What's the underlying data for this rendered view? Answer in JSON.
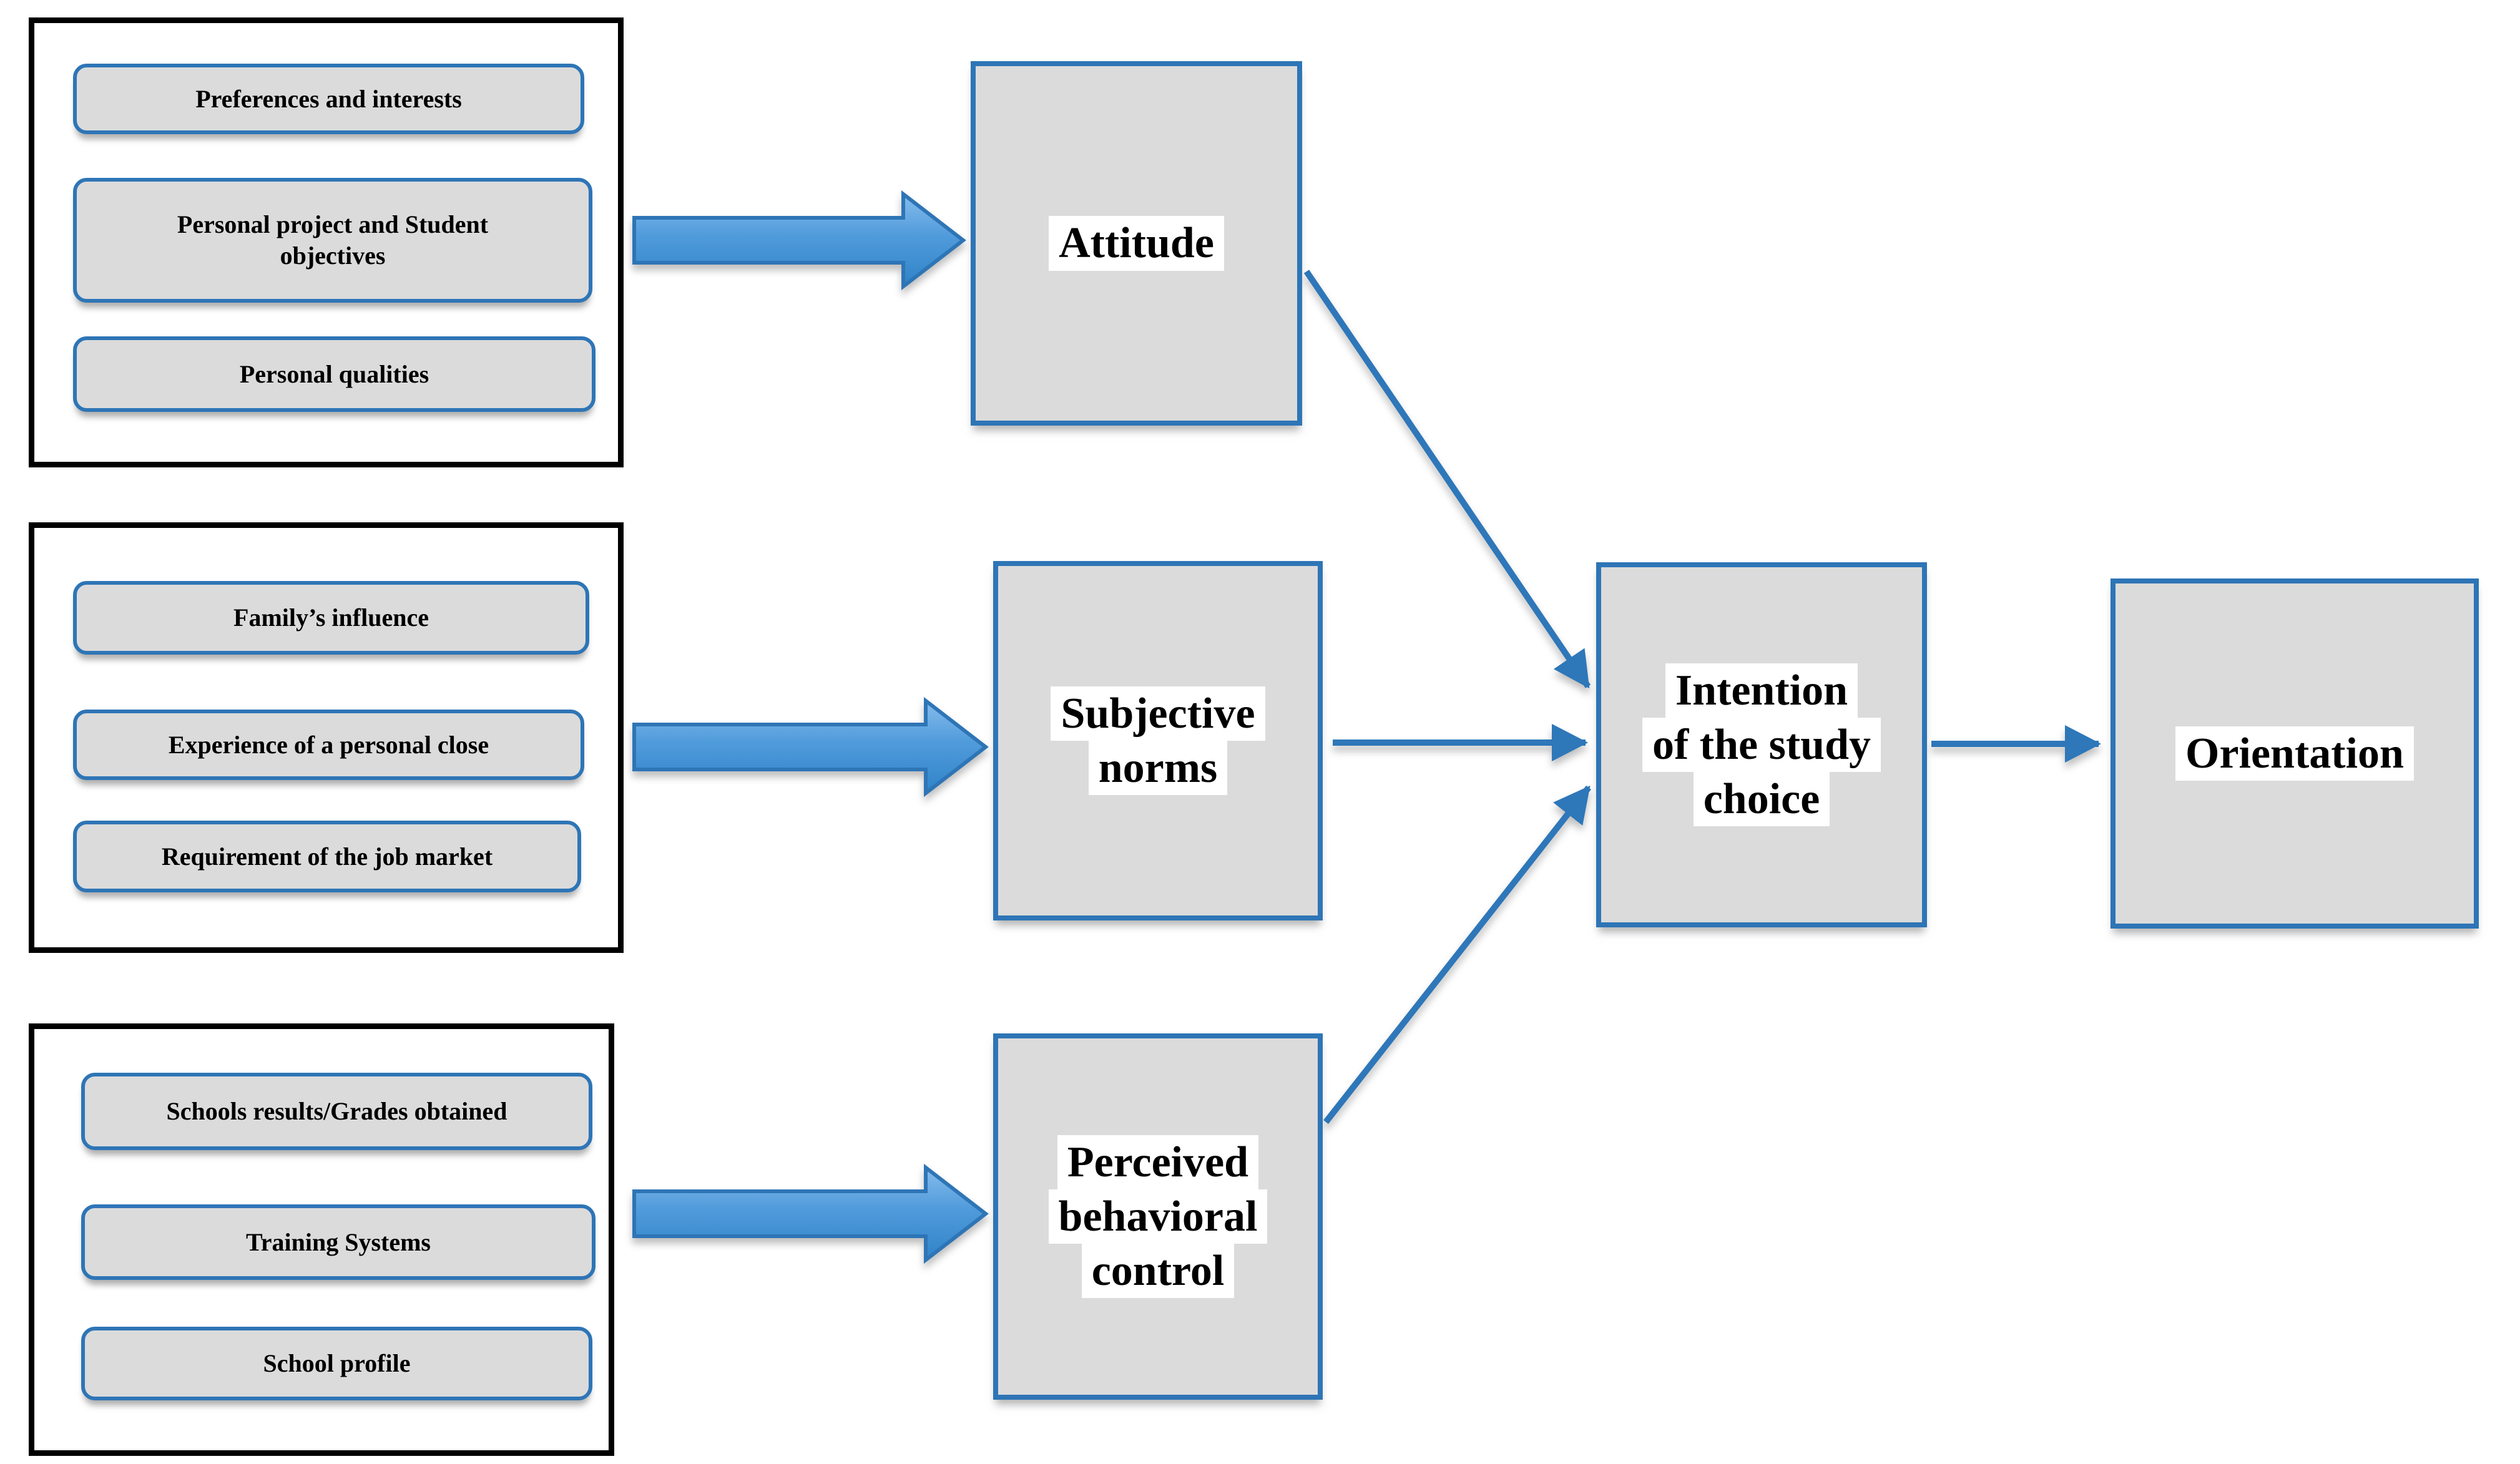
{
  "title": "Intention of the study choice — factors diagram",
  "colors": {
    "accent_blue": "#2e75b6",
    "arrow_blue": "#2e77b9",
    "box_fill": "#dbdbdb",
    "group_border": "#000000",
    "highlight_bg": "#ffffff",
    "page_bg": "#ffffff",
    "block_arrow_top": "#86bcec",
    "block_arrow_mid": "#509bdb",
    "block_arrow_bottom": "#2f83c8"
  },
  "factor_groups": [
    {
      "id": "personal-factors",
      "items": [
        {
          "label": "Preferences and interests"
        },
        {
          "label": "Personal project and Student\nobjectives"
        },
        {
          "label": "Personal qualities"
        }
      ]
    },
    {
      "id": "social-factors",
      "items": [
        {
          "label": "Family’s influence"
        },
        {
          "label": "Experience of a personal close"
        },
        {
          "label": "Requirement of the job market"
        }
      ]
    },
    {
      "id": "school-factors",
      "items": [
        {
          "label": "Schools results/Grades obtained"
        },
        {
          "label": "Training Systems"
        },
        {
          "label": "School profile"
        }
      ]
    }
  ],
  "nodes": {
    "attitude": {
      "label": "Attitude"
    },
    "subjective_norms": {
      "label": "Subjective\nnorms"
    },
    "perceived_behavioral_control": {
      "label": "Perceived\nbehavioral\ncontrol"
    },
    "intention": {
      "label": "Intention\nof the study\nchoice"
    },
    "orientation": {
      "label": "Orientation"
    }
  },
  "edges": [
    {
      "from": "personal-factors",
      "to": "attitude",
      "style": "block-arrow"
    },
    {
      "from": "social-factors",
      "to": "subjective-norms",
      "style": "block-arrow"
    },
    {
      "from": "school-factors",
      "to": "perceived-behavioral-control",
      "style": "block-arrow"
    },
    {
      "from": "attitude",
      "to": "intention",
      "style": "line-arrow"
    },
    {
      "from": "subjective-norms",
      "to": "intention",
      "style": "line-arrow"
    },
    {
      "from": "perceived-behavioral-control",
      "to": "intention",
      "style": "line-arrow"
    },
    {
      "from": "intention",
      "to": "orientation",
      "style": "line-arrow"
    }
  ]
}
